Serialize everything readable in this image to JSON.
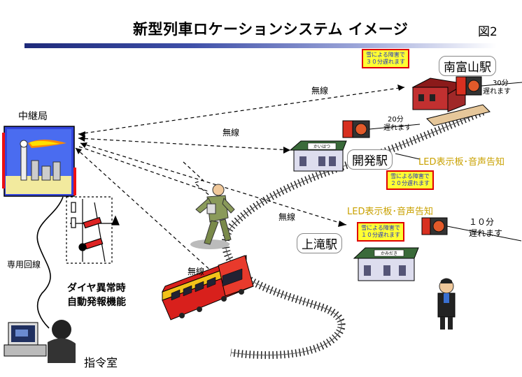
{
  "title": "新型列車ロケーションシステム イメージ",
  "figure_no": "図2",
  "relay_station": "中継局",
  "wireless": "無線",
  "dedicated_line": "専用回線",
  "auto_alarm": [
    "ダイヤ異常時",
    "自動発報機能"
  ],
  "command_room": "指令室",
  "led_board_1": "LED表示板･音声告知",
  "led_board_2": "LED表示板･音声告知",
  "stations": {
    "minamitoyama": "南富山駅",
    "kaihatsu": "開発駅",
    "kamidaki": "上滝駅"
  },
  "led_messages": {
    "minamitoyama": [
      "雪による障害で",
      "３０分遅れます"
    ],
    "kaihatsu": [
      "雪による障害で",
      "２０分遅れます"
    ],
    "kamidaki": [
      "雪による障害で",
      "１０分遅れます"
    ]
  },
  "delays": {
    "minamitoyama": [
      "30分",
      "遅れます"
    ],
    "kaihatsu": [
      "20分",
      "遅れます"
    ],
    "kamidaki": [
      "１０分",
      "遅れます"
    ]
  },
  "building_signs": {
    "kaihatsu": "かいはつ",
    "kamidaki": "かみだき"
  },
  "colors": {
    "title_rule": "#1e2a7a",
    "led_border": "#e00000",
    "led_fill": "#ffff33",
    "led_text": "#2030c0",
    "led_caption": "#c9a100",
    "train_red": "#d8201c",
    "train_yellow": "#f2c21a"
  }
}
